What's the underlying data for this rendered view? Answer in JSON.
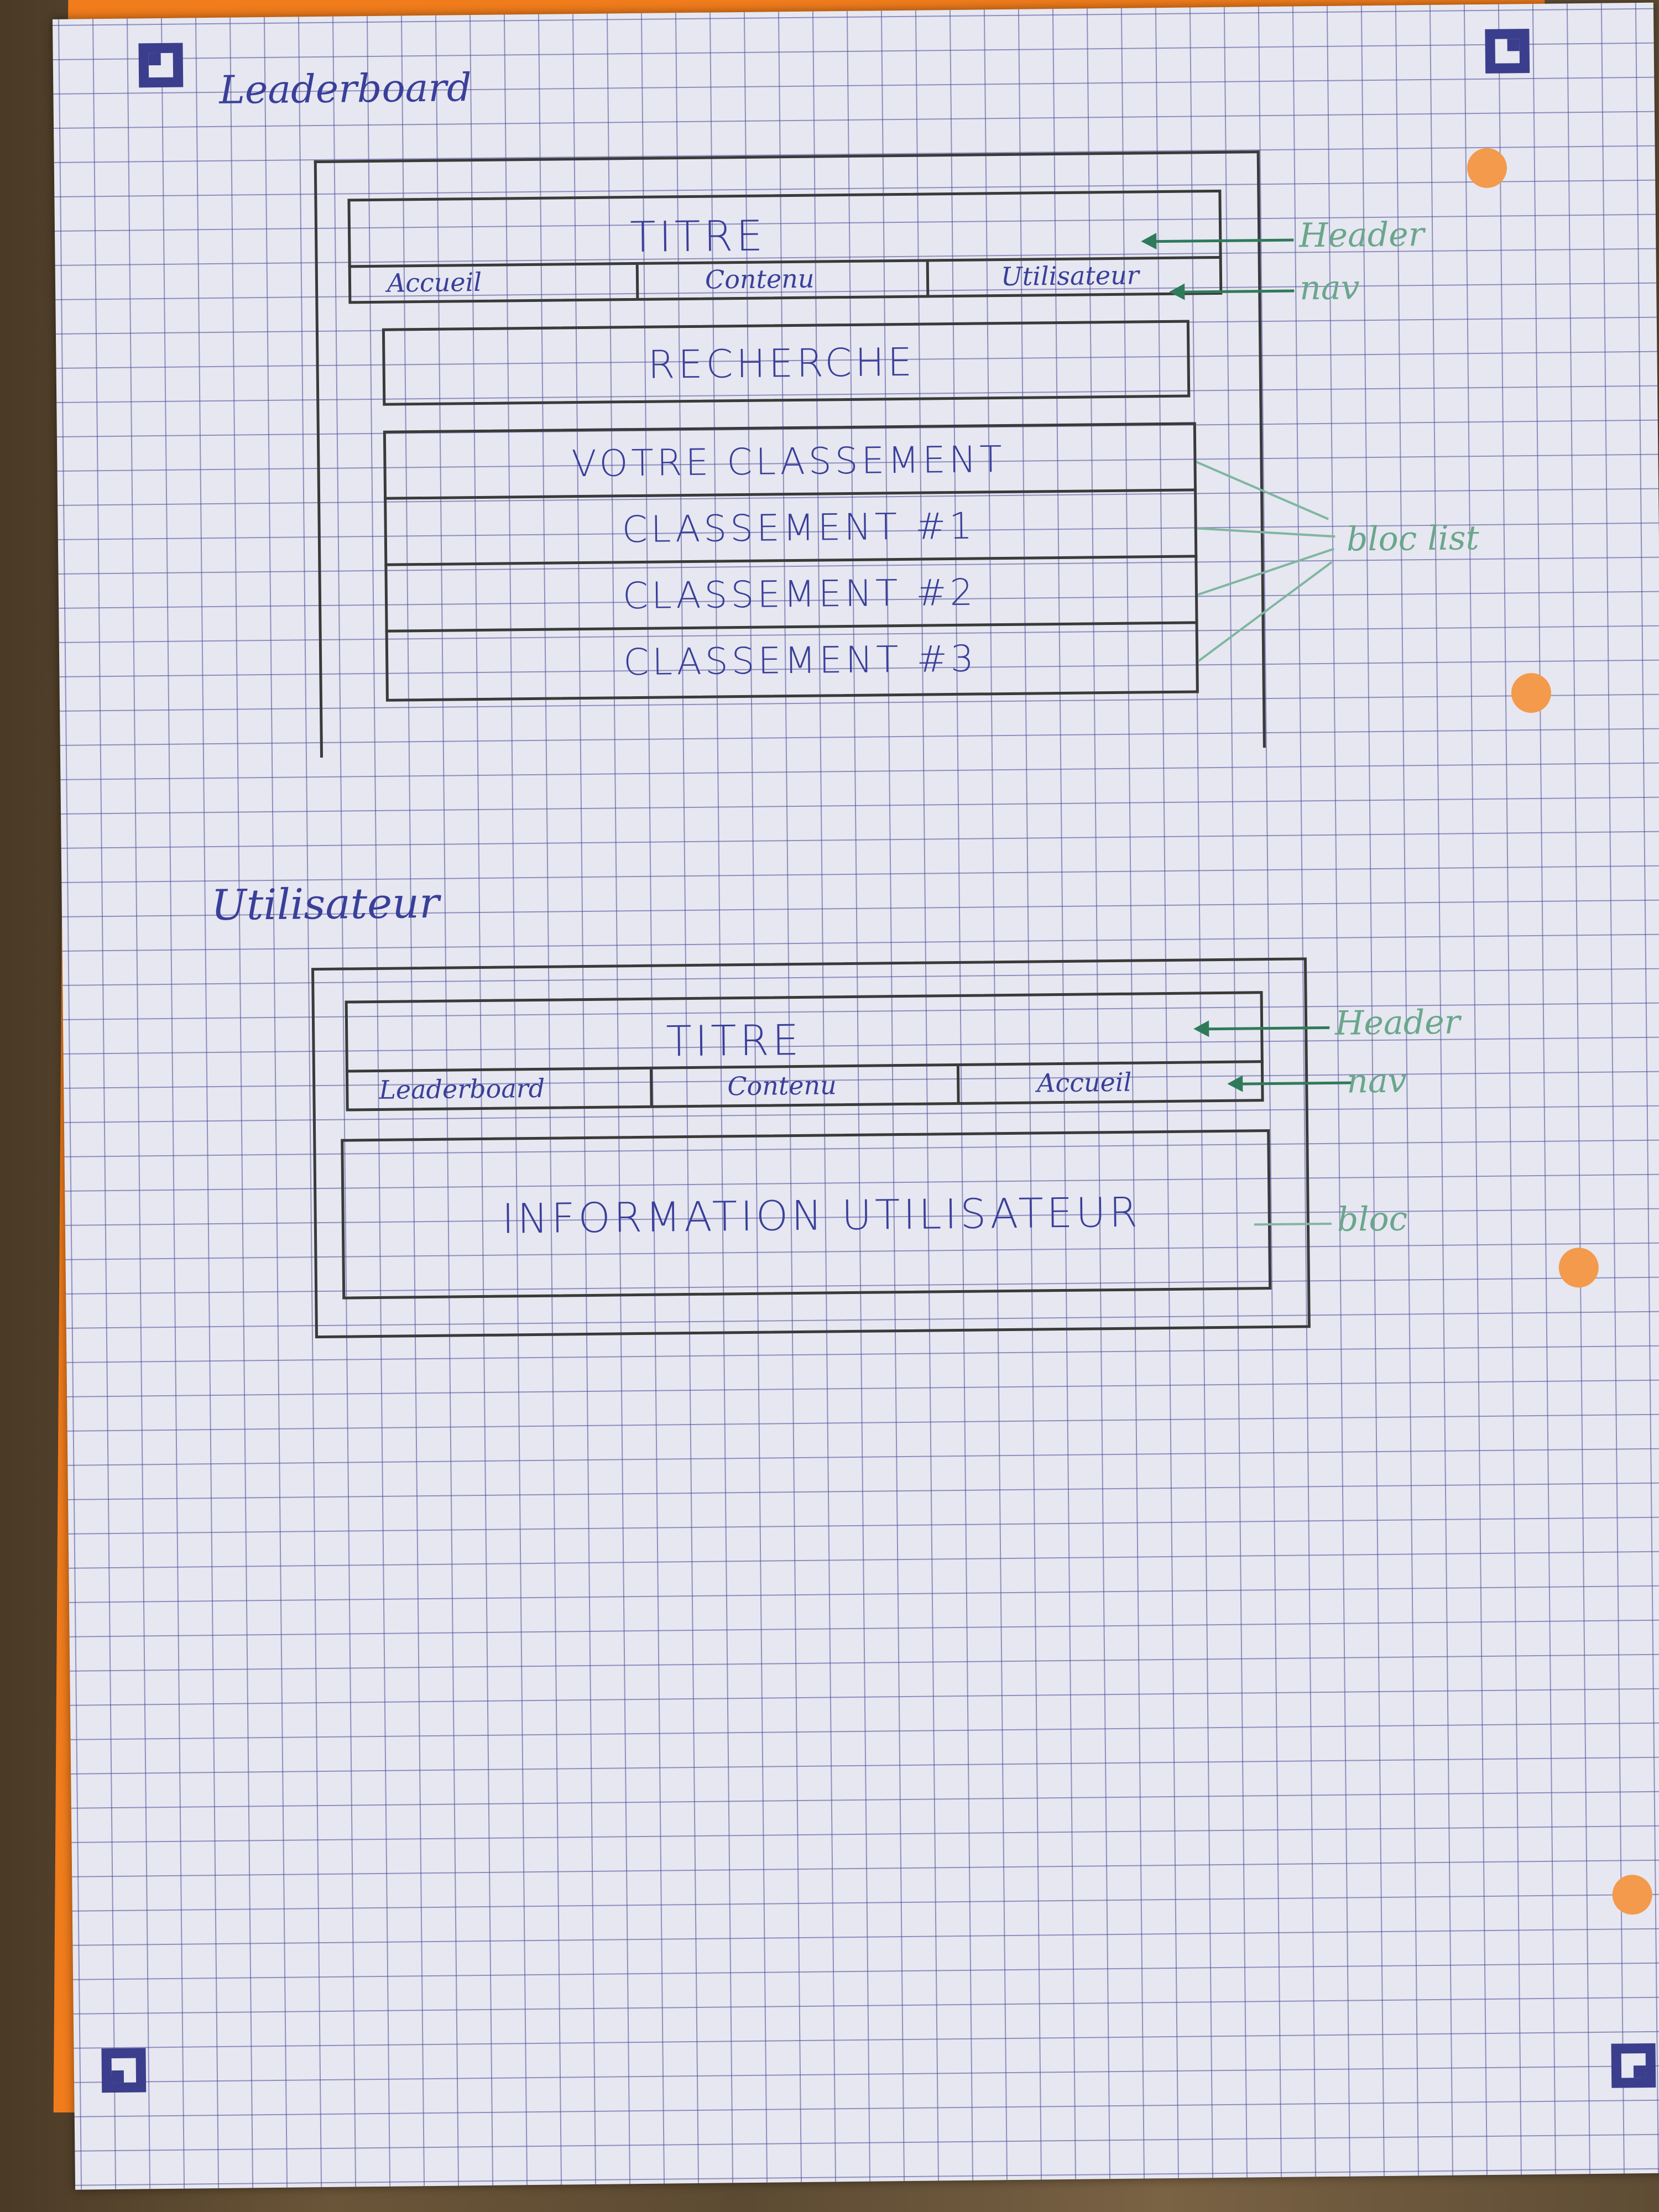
{
  "sections": {
    "leaderboard": {
      "label": "Leaderboard",
      "header_title": "TITRE",
      "nav": [
        "Accueil",
        "Contenu",
        "Utilisateur"
      ],
      "search": "RECHERCHE",
      "list": [
        "VOTRE CLASSEMENT",
        "CLASSEMENT #1",
        "CLASSEMENT #2",
        "CLASSEMENT #3"
      ],
      "annotations": {
        "header": "Header",
        "nav": "nav",
        "list": "bloc list"
      }
    },
    "utilisateur": {
      "label": "Utilisateur",
      "header_title": "TITRE",
      "nav": [
        "Leaderboard",
        "Contenu",
        "Accueil"
      ],
      "info": "INFORMATION   UTILISATEUR",
      "annotations": {
        "header": "Header",
        "nav": "nav",
        "bloc": "bloc"
      }
    }
  },
  "colors": {
    "ink": "#3a3f9a",
    "pencil": "#3a3a3a",
    "annotation": "#6aa68c",
    "paper": "#e6e7f0",
    "orange": "#f07c1c"
  }
}
